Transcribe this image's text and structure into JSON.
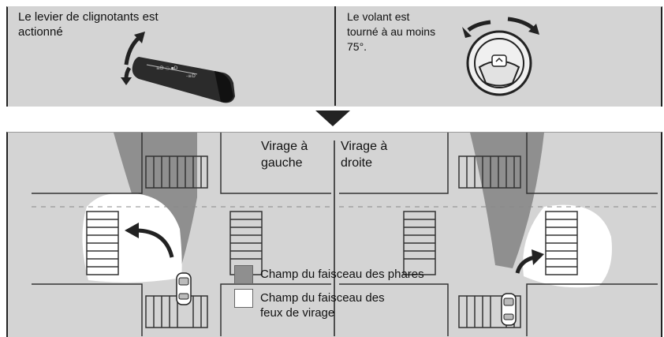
{
  "top": {
    "lever_caption": "Le levier de clignotants est\nactionné",
    "wheel_caption": "Le volant est\ntourné à au moins\n75°."
  },
  "bottom": {
    "left_turn_label": "Virage à\ngauche",
    "right_turn_label": "Virage à\ndroite"
  },
  "legend": {
    "headlight_beam": "Champ du faisceau des phares",
    "cornering_beam": "Champ du faisceau des\nfeux de virage"
  },
  "colors": {
    "panel_bg": "#d4d4d4",
    "headlight_beam": "#8f8f8f",
    "cornering_beam": "#ffffff",
    "arrow": "#222222"
  }
}
